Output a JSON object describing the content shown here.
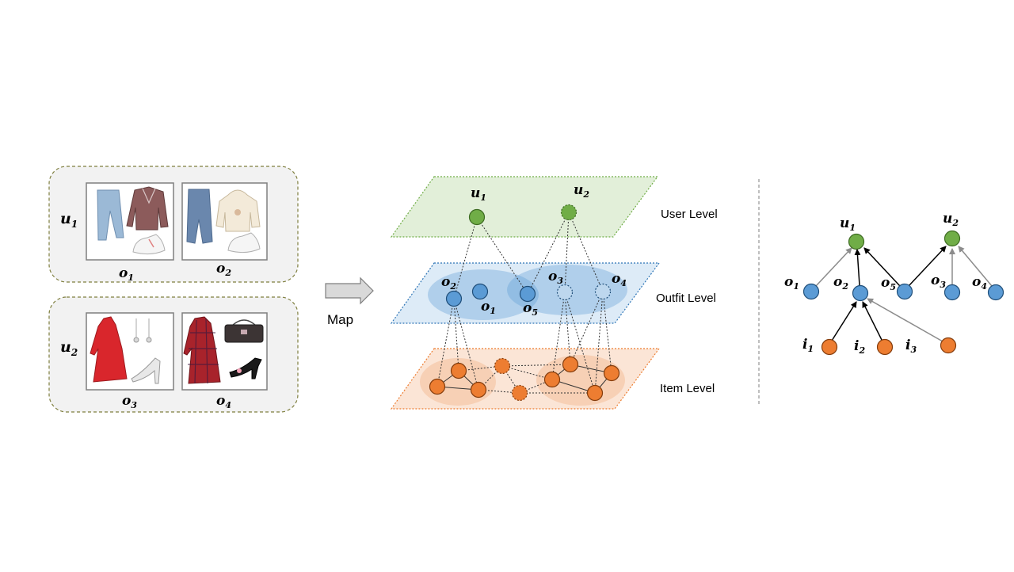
{
  "left_panel": {
    "users": [
      {
        "label": "u",
        "sub": "1",
        "outfits": [
          {
            "label": "o",
            "sub": "1"
          },
          {
            "label": "o",
            "sub": "2"
          }
        ]
      },
      {
        "label": "u",
        "sub": "2",
        "outfits": [
          {
            "label": "o",
            "sub": "3"
          },
          {
            "label": "o",
            "sub": "4"
          }
        ]
      }
    ]
  },
  "map_arrow": {
    "label": "Map"
  },
  "levels": {
    "user": "User Level",
    "outfit": "Outfit Level",
    "item": "Item Level"
  },
  "middle_nodes": {
    "u1": {
      "label": "u",
      "sub": "1"
    },
    "u2": {
      "label": "u",
      "sub": "2"
    },
    "o1": {
      "label": "o",
      "sub": "1"
    },
    "o2": {
      "label": "o",
      "sub": "2"
    },
    "o3": {
      "label": "o",
      "sub": "3"
    },
    "o4": {
      "label": "o",
      "sub": "4"
    },
    "o5": {
      "label": "o",
      "sub": "5"
    }
  },
  "right_graph": {
    "u1": {
      "label": "u",
      "sub": "1"
    },
    "u2": {
      "label": "u",
      "sub": "2"
    },
    "o1": {
      "label": "o",
      "sub": "1"
    },
    "o2": {
      "label": "o",
      "sub": "2"
    },
    "o3": {
      "label": "o",
      "sub": "3"
    },
    "o4": {
      "label": "o",
      "sub": "4"
    },
    "o5": {
      "label": "o",
      "sub": "5"
    },
    "i1": {
      "label": "i",
      "sub": "1"
    },
    "i2": {
      "label": "i",
      "sub": "2"
    },
    "i3": {
      "label": "i",
      "sub": "3"
    }
  },
  "colors": {
    "user": "#70ad47",
    "outfit": "#5b9bd5",
    "item": "#ed7d31",
    "user_plane": "#e2efd9",
    "outfit_plane": "#ddebf7",
    "item_plane": "#fbe5d6",
    "panel_bg": "#f2f2f2",
    "panel_border": "#7f7f3f"
  }
}
